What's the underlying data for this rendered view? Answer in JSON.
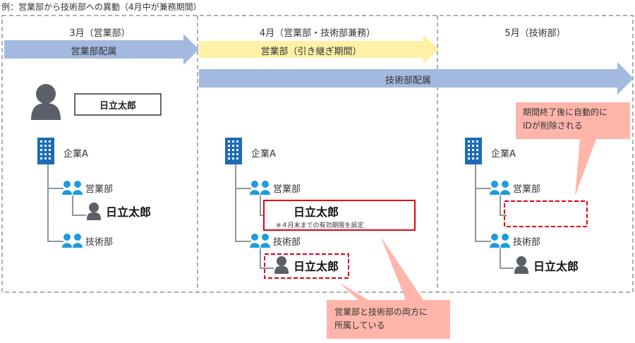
{
  "title": "例：営業部から技術部への異動（4月中が兼務期間）",
  "columns": [
    {
      "heading": "3月（営業部）"
    },
    {
      "heading": "4月（営業部・技術部兼務）"
    },
    {
      "heading": "5月（技術部）"
    }
  ],
  "arrows": {
    "sales_assigned": "営業部配属",
    "sales_handover": "営業部（引き継ぎ期間）",
    "tech_assigned": "技術部配属"
  },
  "user_name": "日立太郎",
  "company": "企業A",
  "departments": {
    "sales": "営業部",
    "tech": "技術部"
  },
  "expiry_note": "※４月末までの有効期限を設定",
  "callouts": {
    "auto_delete": [
      "期間終了後に自動的に",
      "IDが削除される"
    ],
    "both": [
      "営業部と技術部の両方に",
      "所属している"
    ]
  },
  "colors": {
    "arrow_blue": "#a3b9e0",
    "arrow_yellow": "#fff2a6",
    "callout": "#ffb5aa",
    "group_icon": "#1a9be2",
    "building": "#1f6cb3",
    "person": "#5b5f67",
    "highlight": "#e60012"
  }
}
